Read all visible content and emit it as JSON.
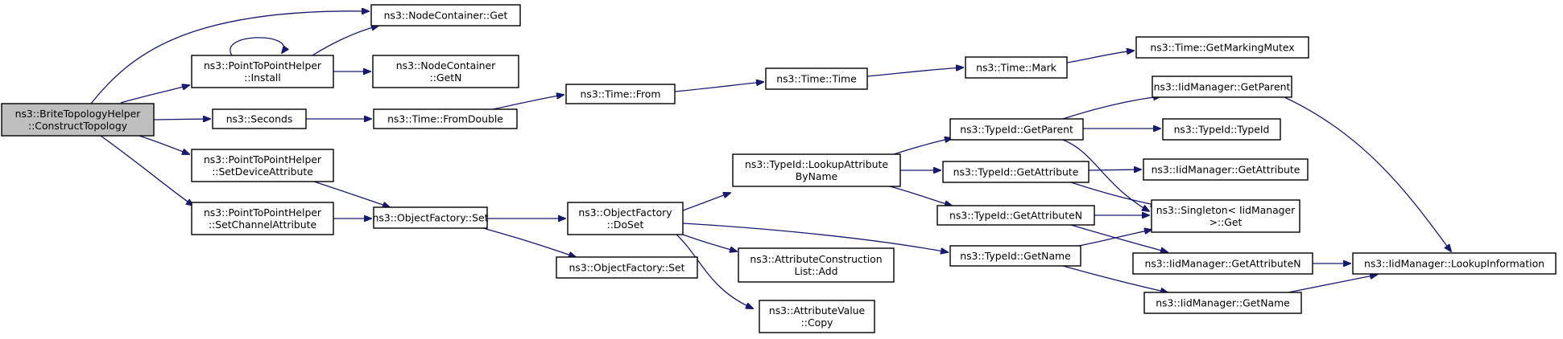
{
  "colors": {
    "edge": "#191970",
    "node_fill": "#ffffff",
    "root_fill": "#bfbfbf",
    "node_border": "#000000"
  },
  "nodes": [
    {
      "id": "root",
      "lines": [
        "ns3::BriteTopologyHelper",
        "::ConstructTopology"
      ],
      "root": true
    },
    {
      "id": "ncget",
      "lines": [
        "ns3::NodeContainer::Get"
      ]
    },
    {
      "id": "p2pinstall",
      "lines": [
        "ns3::PointToPointHelper",
        "::Install"
      ]
    },
    {
      "id": "ncgetn",
      "lines": [
        "ns3::NodeContainer",
        "::GetN"
      ]
    },
    {
      "id": "seconds",
      "lines": [
        "ns3::Seconds"
      ]
    },
    {
      "id": "fromdouble",
      "lines": [
        "ns3::Time::FromDouble"
      ]
    },
    {
      "id": "from",
      "lines": [
        "ns3::Time::From"
      ]
    },
    {
      "id": "time",
      "lines": [
        "ns3::Time::Time"
      ]
    },
    {
      "id": "mark",
      "lines": [
        "ns3::Time::Mark"
      ]
    },
    {
      "id": "mutex",
      "lines": [
        "ns3::Time::GetMarkingMutex"
      ]
    },
    {
      "id": "setdev",
      "lines": [
        "ns3::PointToPointHelper",
        "::SetDeviceAttribute"
      ]
    },
    {
      "id": "setchan",
      "lines": [
        "ns3::PointToPointHelper",
        "::SetChannelAttribute"
      ]
    },
    {
      "id": "ofset1",
      "lines": [
        "ns3::ObjectFactory::Set"
      ]
    },
    {
      "id": "ofdoset",
      "lines": [
        "ns3::ObjectFactory",
        "::DoSet"
      ]
    },
    {
      "id": "ofset2",
      "lines": [
        "ns3::ObjectFactory::Set"
      ]
    },
    {
      "id": "lookupattr",
      "lines": [
        "ns3::TypeId::LookupAttribute",
        "ByName"
      ]
    },
    {
      "id": "attrlistadd",
      "lines": [
        "ns3::AttributeConstruction",
        "List::Add"
      ]
    },
    {
      "id": "attrcopy",
      "lines": [
        "ns3::AttributeValue",
        "::Copy"
      ]
    },
    {
      "id": "getparent",
      "lines": [
        "ns3::TypeId::GetParent"
      ]
    },
    {
      "id": "getattribute",
      "lines": [
        "ns3::TypeId::GetAttribute"
      ]
    },
    {
      "id": "getattributen",
      "lines": [
        "ns3::TypeId::GetAttributeN"
      ]
    },
    {
      "id": "getname",
      "lines": [
        "ns3::TypeId::GetName"
      ]
    },
    {
      "id": "iidgetparent",
      "lines": [
        "ns3::IidManager::GetParent"
      ]
    },
    {
      "id": "typeidctor",
      "lines": [
        "ns3::TypeId::TypeId"
      ]
    },
    {
      "id": "iidgetattribute",
      "lines": [
        "ns3::IidManager::GetAttribute"
      ]
    },
    {
      "id": "singleton",
      "lines": [
        "ns3::Singleton< IidManager",
        ">::Get"
      ]
    },
    {
      "id": "iidgetattributen",
      "lines": [
        "ns3::IidManager::GetAttributeN"
      ]
    },
    {
      "id": "iidgetname",
      "lines": [
        "ns3::IidManager::GetName"
      ]
    },
    {
      "id": "lookupinfo",
      "lines": [
        "ns3::IidManager::LookupInformation"
      ]
    }
  ],
  "edges": [
    [
      "root",
      "ncget"
    ],
    [
      "root",
      "p2pinstall"
    ],
    [
      "root",
      "seconds"
    ],
    [
      "root",
      "setdev"
    ],
    [
      "root",
      "setchan"
    ],
    [
      "p2pinstall",
      "p2pinstall"
    ],
    [
      "p2pinstall",
      "ncget"
    ],
    [
      "p2pinstall",
      "ncgetn"
    ],
    [
      "seconds",
      "fromdouble"
    ],
    [
      "fromdouble",
      "from"
    ],
    [
      "from",
      "time"
    ],
    [
      "time",
      "mark"
    ],
    [
      "mark",
      "mutex"
    ],
    [
      "setdev",
      "ofset1"
    ],
    [
      "setchan",
      "ofset1"
    ],
    [
      "ofset1",
      "ofdoset"
    ],
    [
      "ofset1",
      "ofset2"
    ],
    [
      "ofdoset",
      "lookupattr"
    ],
    [
      "ofdoset",
      "attrlistadd"
    ],
    [
      "ofdoset",
      "attrcopy"
    ],
    [
      "ofdoset",
      "getname"
    ],
    [
      "lookupattr",
      "getparent"
    ],
    [
      "lookupattr",
      "getattribute"
    ],
    [
      "lookupattr",
      "getattributen"
    ],
    [
      "getparent",
      "iidgetparent"
    ],
    [
      "getparent",
      "typeidctor"
    ],
    [
      "getparent",
      "singleton"
    ],
    [
      "getattribute",
      "iidgetattribute"
    ],
    [
      "getattribute",
      "singleton"
    ],
    [
      "getattributen",
      "singleton"
    ],
    [
      "getattributen",
      "iidgetattributen"
    ],
    [
      "getname",
      "singleton"
    ],
    [
      "getname",
      "iidgetname"
    ],
    [
      "iidgetparent",
      "lookupinfo"
    ],
    [
      "iidgetattributen",
      "lookupinfo"
    ],
    [
      "iidgetname",
      "lookupinfo"
    ]
  ]
}
